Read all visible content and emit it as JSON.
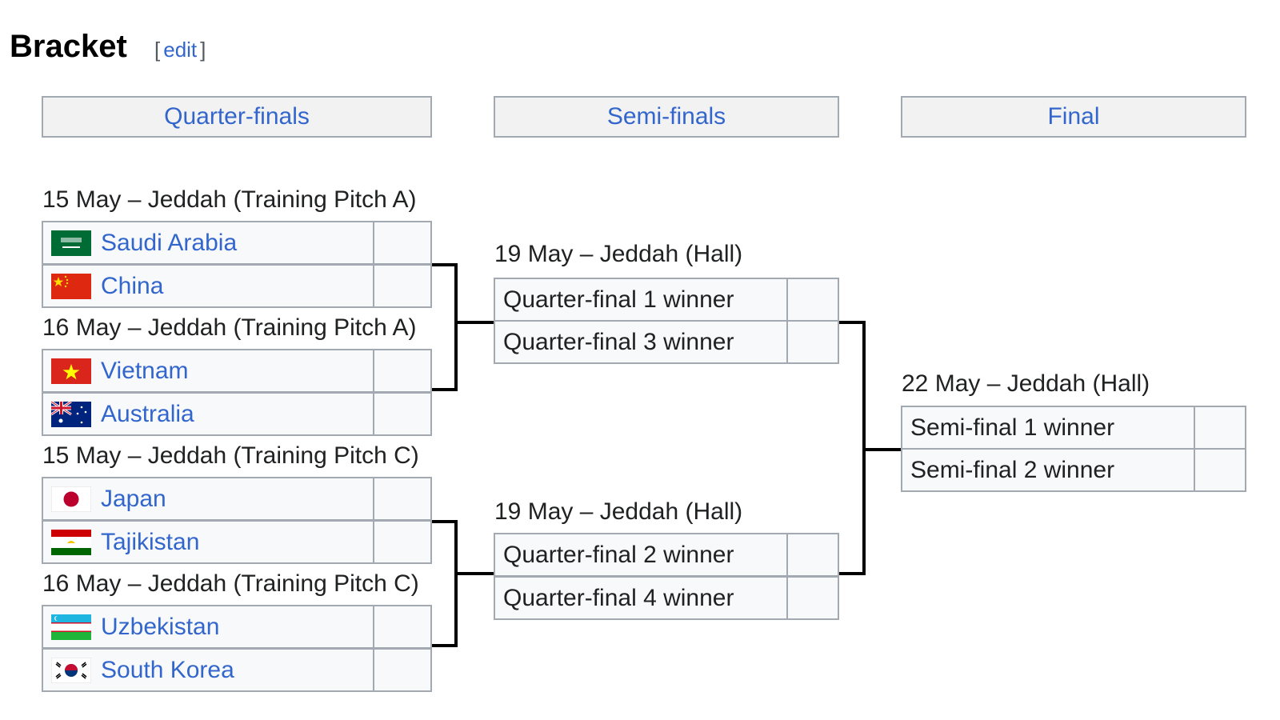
{
  "heading": "Bracket",
  "edit": {
    "open": "[",
    "link": "edit",
    "close": "]"
  },
  "rounds": {
    "quarterfinals": "Quarter-finals",
    "semifinals": "Semi-finals",
    "final": "Final"
  },
  "quarterfinal_matches": [
    {
      "caption": "15 May – Jeddah (Training Pitch A)",
      "teams": [
        {
          "name": "Saudi Arabia",
          "flag": "saudi-arabia-flag",
          "score": ""
        },
        {
          "name": "China",
          "flag": "china-flag",
          "score": ""
        }
      ]
    },
    {
      "caption": "16 May – Jeddah (Training Pitch A)",
      "teams": [
        {
          "name": "Vietnam",
          "flag": "vietnam-flag",
          "score": ""
        },
        {
          "name": "Australia",
          "flag": "australia-flag",
          "score": ""
        }
      ]
    },
    {
      "caption": "15 May – Jeddah (Training Pitch C)",
      "teams": [
        {
          "name": "Japan",
          "flag": "japan-flag",
          "score": ""
        },
        {
          "name": "Tajikistan",
          "flag": "tajikistan-flag",
          "score": ""
        }
      ]
    },
    {
      "caption": "16 May – Jeddah (Training Pitch C)",
      "teams": [
        {
          "name": "Uzbekistan",
          "flag": "uzbekistan-flag",
          "score": ""
        },
        {
          "name": "South Korea",
          "flag": "south-korea-flag",
          "score": ""
        }
      ]
    }
  ],
  "semifinal_matches": [
    {
      "caption": "19 May – Jeddah (Hall)",
      "teams": [
        {
          "name": "Quarter-final 1 winner",
          "score": ""
        },
        {
          "name": "Quarter-final 3 winner",
          "score": ""
        }
      ]
    },
    {
      "caption": "19 May – Jeddah (Hall)",
      "teams": [
        {
          "name": "Quarter-final 2 winner",
          "score": ""
        },
        {
          "name": "Quarter-final 4 winner",
          "score": ""
        }
      ]
    }
  ],
  "final_match": {
    "caption": "22 May – Jeddah (Hall)",
    "teams": [
      {
        "name": "Semi-final 1 winner",
        "score": ""
      },
      {
        "name": "Semi-final 2 winner",
        "score": ""
      }
    ]
  },
  "colors": {
    "link": "#3366cc",
    "header_bg": "#f2f2f2",
    "cell_bg": "#f8f9fa",
    "border": "#a2a9b1",
    "connector": "#000000"
  }
}
